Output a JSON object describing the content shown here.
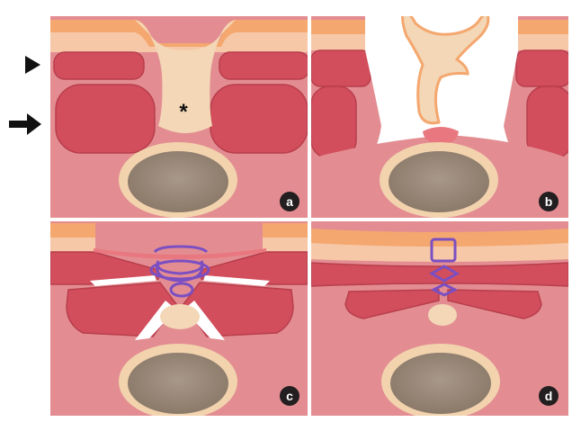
{
  "figure": {
    "panels": [
      {
        "id": "a",
        "label": "a"
      },
      {
        "id": "b",
        "label": "b"
      },
      {
        "id": "c",
        "label": "c"
      },
      {
        "id": "d",
        "label": "d"
      }
    ],
    "asterisk_marker": "*",
    "pointer_markers": [
      {
        "name": "arrowhead-marker",
        "shape": "triangle"
      },
      {
        "name": "arrow-marker",
        "shape": "arrow"
      }
    ]
  },
  "colors": {
    "background": "#e38d92",
    "skin_orange": "#f4a76e",
    "skin_peach": "#f6c8a8",
    "muscle": "#d24e5c",
    "muscle_dark": "#b83e4c",
    "pink_layer": "#e9777f",
    "sac_fill": "#f3d7b6",
    "canal_ring": "#f2d3ae",
    "canal_center": "#9c8b78",
    "suture": "#7b4fc2",
    "label_bg": "#231f20",
    "label_text": "#ffffff",
    "gap": "#ffffff"
  }
}
